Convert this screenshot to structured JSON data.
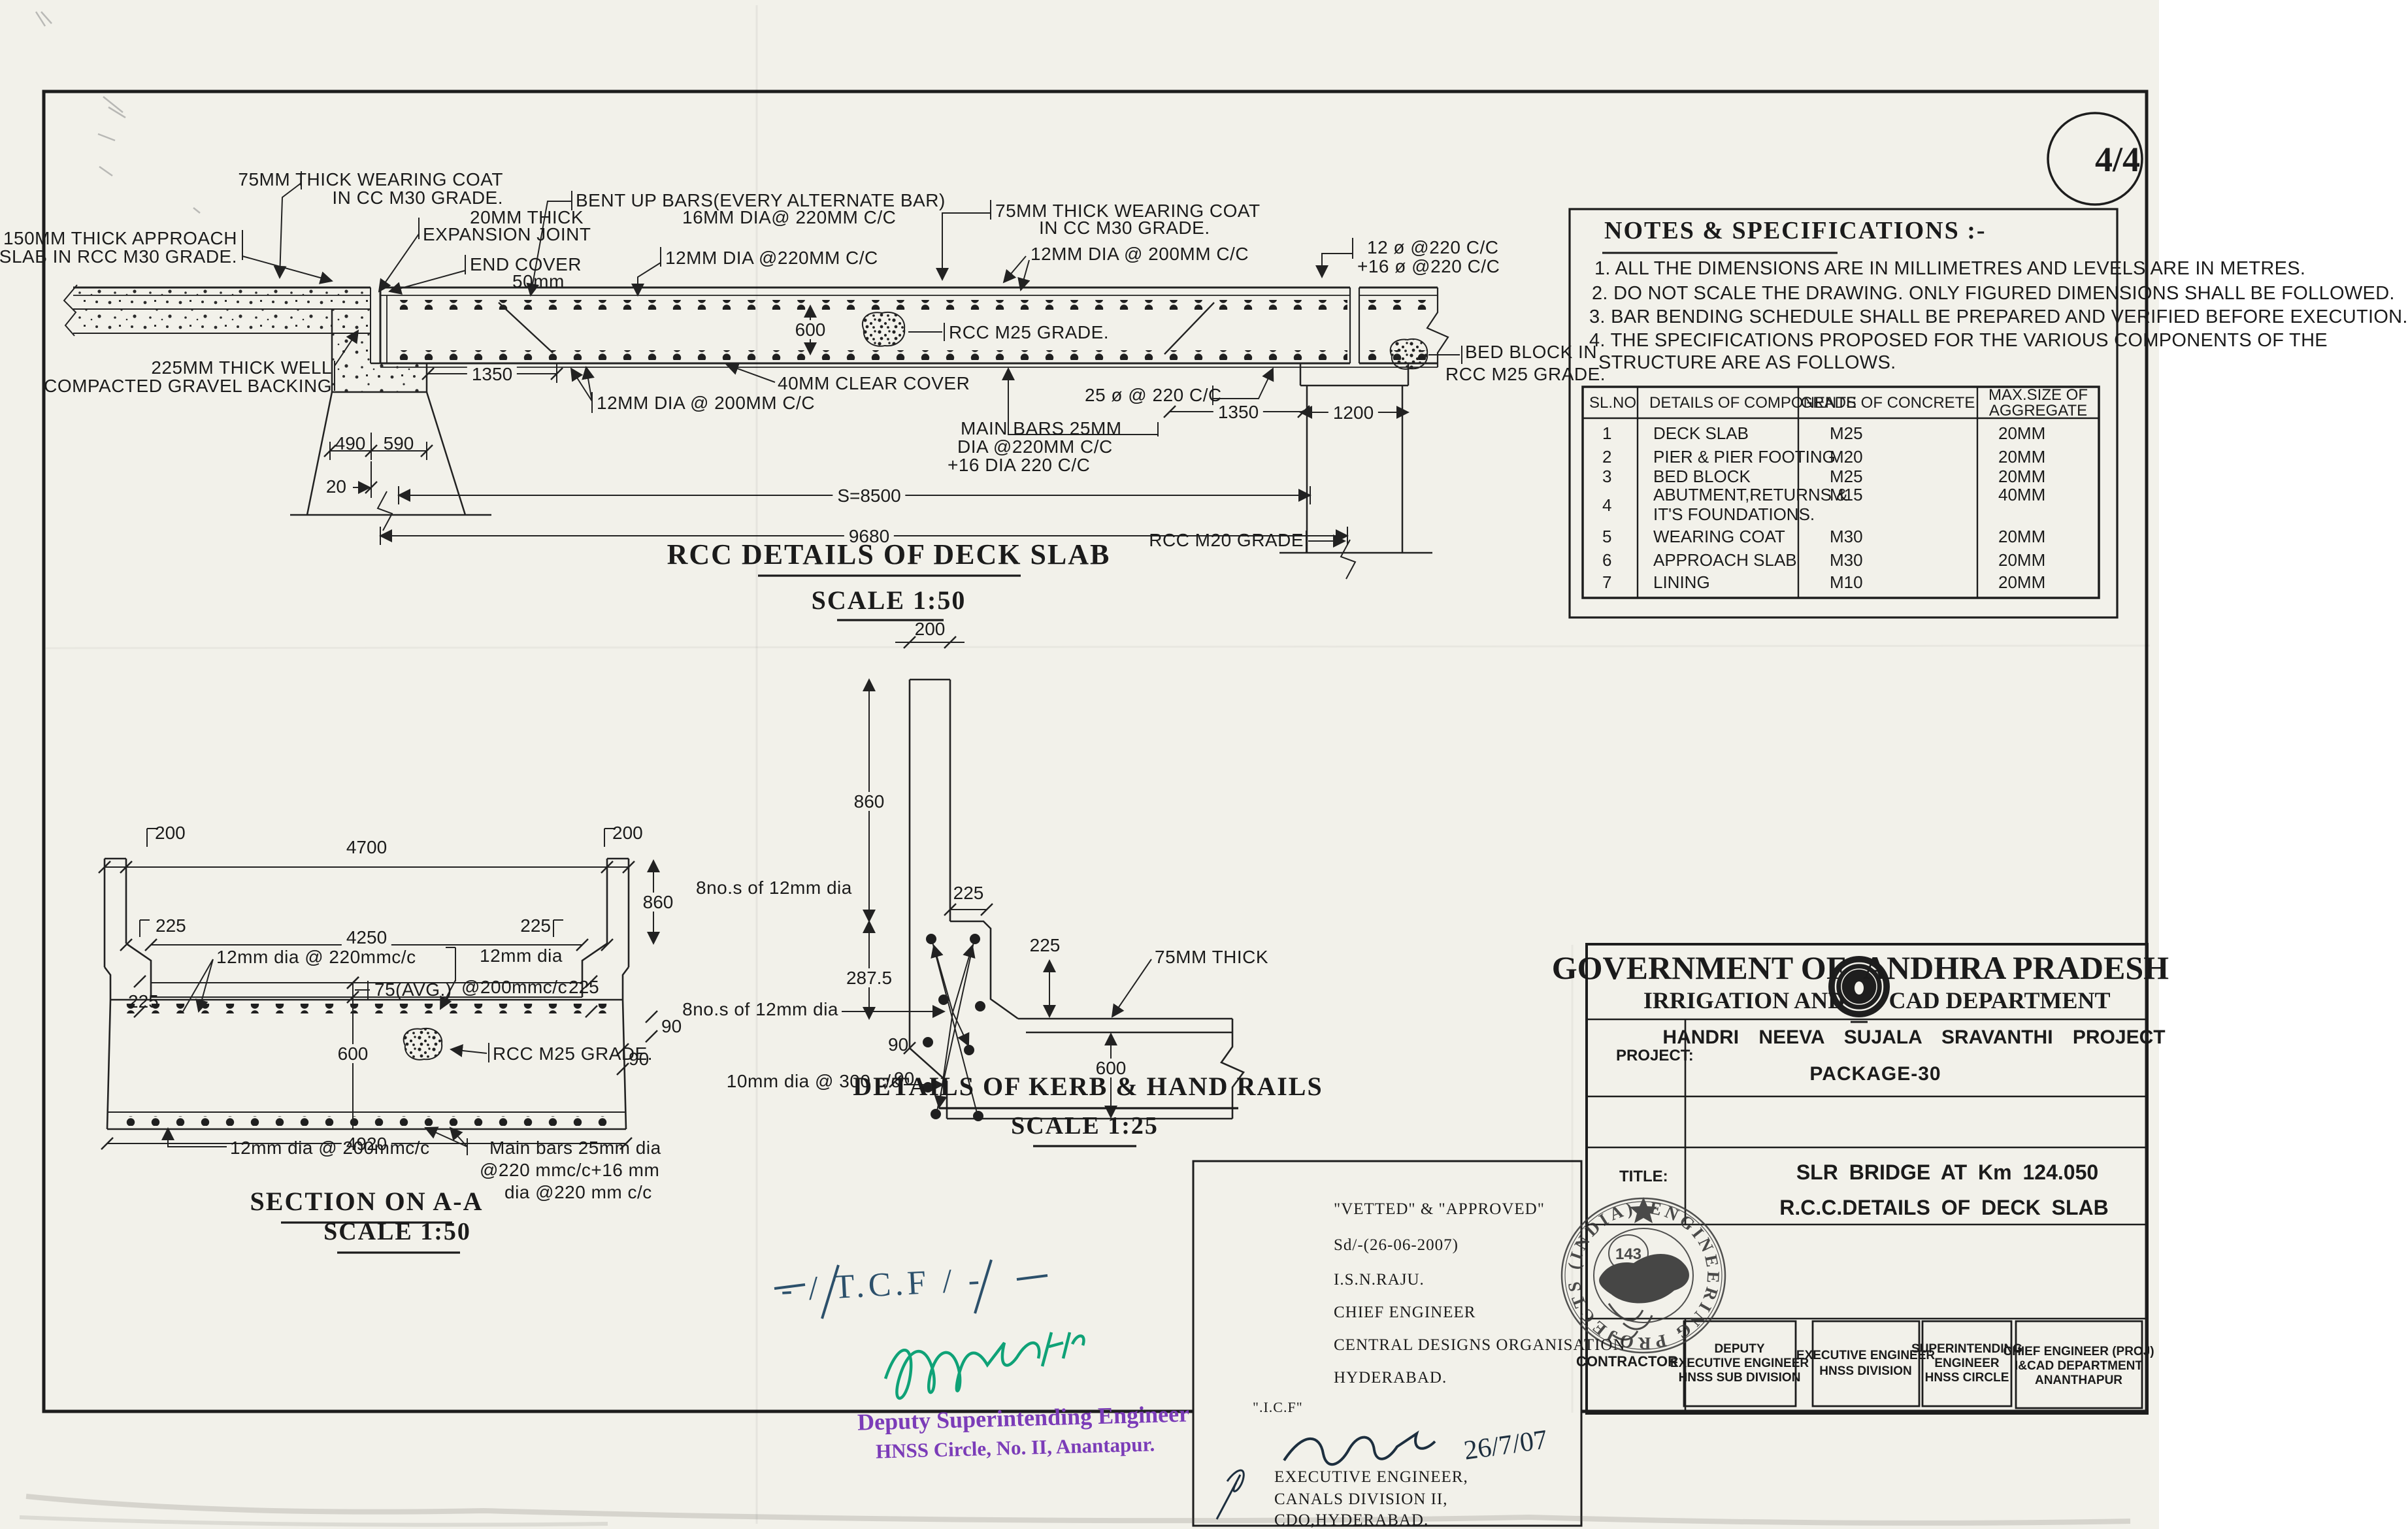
{
  "page": {
    "number": "4/4"
  },
  "deck": {
    "ann": {
      "wear_l1": "75MM THICK WEARING COAT",
      "wear_l2": "IN CC M30 GRADE.",
      "approach1": "150MM THICK APPROACH",
      "approach2": "SLAB IN RCC M30 GRADE.",
      "exp1": "20MM THICK",
      "exp2": "EXPANSION JOINT",
      "bent1": "BENT UP BARS(EVERY ALTERNATE BAR)",
      "bent2": "16MM DIA@ 220MM C/C",
      "endc1": "END COVER",
      "endc2": "50mm",
      "d220": "12MM DIA @220MM C/C",
      "wearR1": "75MM THICK WEARING COAT",
      "wearR2": "IN CC M30 GRADE.",
      "d200t": "12MM DIA @ 200MM C/C",
      "phi12": "12 ø @220 C/C",
      "phi16": "+16 ø @220 C/C",
      "rccm25": "RCC M25 GRADE.",
      "clear": "40MM CLEAR COVER",
      "d200b": "12MM DIA @ 200MM C/C",
      "main1": "MAIN BARS 25MM",
      "main2": "DIA @220MM C/C",
      "main3": "+16 DIA 220 C/C",
      "phi25": "25 ø @ 220 C/C",
      "bed1": "BED BLOCK IN",
      "bed2": "RCC M25 GRADE.",
      "rccm20": "RCC M20 GRADE",
      "gravel1": "225MM THICK WELL",
      "gravel2": "COMPACTED GRAVEL BACKING"
    },
    "dims": {
      "d600": "600",
      "d1350l": "1350",
      "d1350r": "1350",
      "d1200": "1200",
      "s8500": "S=8500",
      "d9680": "9680",
      "d490": "490",
      "d590": "590",
      "d20": "20"
    },
    "title": "RCC DETAILS OF DECK SLAB",
    "scale": "SCALE 1:50"
  },
  "notes": {
    "title": "NOTES & SPECIFICATIONS :-",
    "n1": "1.  ALL THE DIMENSIONS ARE IN MILLIMETRES AND LEVELS ARE IN METRES.",
    "n2": "2.  DO NOT SCALE THE DRAWING. ONLY FIGURED DIMENSIONS  SHALL BE FOLLOWED.",
    "n3": "3. BAR BENDING SCHEDULE SHALL BE PREPARED AND VERIFIED BEFORE EXECUTION.",
    "n4a": "4. THE SPECIFICATIONS PROPOSED FOR THE VARIOUS COMPONENTS OF THE",
    "n4b": "STRUCTURE ARE AS FOLLOWS."
  },
  "spec_table": {
    "h1": "SL.NO",
    "h2": "DETAILS OF COMPONENTS",
    "h3": "GRADE OF CONCRETE",
    "h4a": "MAX.SIZE OF",
    "h4b": "AGGREGATE",
    "rows": [
      {
        "no": "1",
        "c1": "DECK SLAB",
        "c2": "",
        "g": "M25",
        "a": "20MM"
      },
      {
        "no": "2",
        "c1": "PIER & PIER FOOTING",
        "c2": "",
        "g": "M20",
        "a": "20MM"
      },
      {
        "no": "3",
        "c1": "BED BLOCK",
        "c2": "",
        "g": "M25",
        "a": "20MM"
      },
      {
        "no": "4",
        "c1": "ABUTMENT,RETURNS &",
        "c2": "IT'S FOUNDATIONS.",
        "g": "M15",
        "a": "40MM"
      },
      {
        "no": "5",
        "c1": "WEARING COAT",
        "c2": "",
        "g": "M30",
        "a": "20MM"
      },
      {
        "no": "6",
        "c1": "APPROACH SLAB",
        "c2": "",
        "g": "M30",
        "a": "20MM"
      },
      {
        "no": "7",
        "c1": "LINING",
        "c2": "",
        "g": "M10",
        "a": "20MM"
      }
    ]
  },
  "section": {
    "d200l": "200",
    "d200r": "200",
    "d4700": "4700",
    "d225tl": "225",
    "d225tr": "225",
    "d4250": "4250",
    "d860": "860",
    "bar220": "12mm dia @ 220mmc/c",
    "avg75": "75(AVG.)",
    "bar200a": "12mm dia",
    "bar200b": "@200mmc/c",
    "d225ml": "225",
    "d225mr": "225",
    "d90a": "90",
    "d90b": "90",
    "d600": "600",
    "rccm25": "RCC M25 GRADE.",
    "d4920": "4920",
    "bar200bot": "12mm dia @ 200mmc/c",
    "main1": "Main bars 25mm dia",
    "main2": "@220 mmc/c+16 mm",
    "main3": "dia @220 mm c/c",
    "bars8": "8no.s of 12mm dia",
    "title": "SECTION ON  A-A",
    "scale": "SCALE 1:50"
  },
  "kerb": {
    "d200": "200",
    "d860": "860",
    "d225t": "225",
    "d287": "287.5",
    "d225m": "225",
    "thick75": "75MM THICK",
    "bars8": "8no.s of 12mm dia",
    "d90a": "90",
    "d90b": "90",
    "bars10": "10mm dia @ 300 c/c",
    "d600": "600",
    "title": "DETAILS OF KERB & HAND RAILS",
    "scale": "SCALE 1:25"
  },
  "vetted": {
    "l1": "\"VETTED\" & \"APPROVED\"",
    "l2": "Sd/-(26-06-2007)",
    "l3": "I.S.N.RAJU.",
    "l4": "CHIEF ENGINEER",
    "l5": "CENTRAL DESIGNS ORGANISATION",
    "l6": "HYDERABAD.",
    "icf": "\".I.C.F\"",
    "date": "26/7/07",
    "e1": "EXECUTIVE ENGINEER,",
    "e2": "CANALS DIVISION II,",
    "e3": "CDO,HYDERABAD."
  },
  "signs": {
    "tcf": "- / T.C.F / -",
    "purple1": "Deputy Superintending Engineer",
    "purple2": "HNSS Circle, No. II, Anantapur."
  },
  "titleblock": {
    "gov": "GOVERNMENT OF",
    "irr": "IRRIGATION AND",
    "ap": "ANDHRA PRADESH",
    "cad": "CAD DEPARTMENT",
    "project_label": "PROJECT:",
    "p1": "HANDRI NEEVA SUJALA SRAVANTHI PROJECT",
    "p2": "PACKAGE-30",
    "title_label": "TITLE:",
    "t1": "SLR BRIDGE AT Km   124.050",
    "t2": "R.C.C.DETAILS   OF DECK SLAB",
    "contractor": "CONTRACTOR",
    "s1a": "DEPUTY",
    "s1b": "EXECUTIVE ENGINEER",
    "s1c": "HNSS SUB DIVISION",
    "s2a": "EXECUTIVE ENGINEER",
    "s2b": "HNSS DIVISION",
    "s3a": "SUPERINTENDING",
    "s3b": "ENGINEER",
    "s3c": "HNSS CIRCLE",
    "s4a": "CHIEF ENGINEER (PROJ)",
    "s4b": "I&CAD DEPARTMENT",
    "s4c": "ANANTHAPUR"
  },
  "stamp": {
    "ring": "ENGINEERING  PROJECTS  (INDIA)  LTD.",
    "inner": "143"
  }
}
